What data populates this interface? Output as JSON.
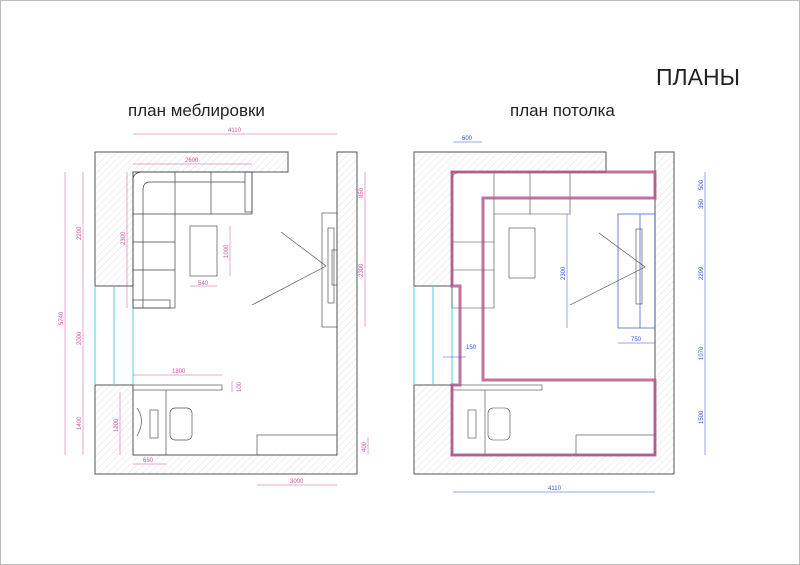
{
  "title": "ПЛАНЫ",
  "furniture_plan": {
    "label": "план меблировки",
    "dims": {
      "total_width": "4110",
      "sofa_width": "2600",
      "left_upper": "2200",
      "sofa_depth": "2300",
      "table_len": "1000",
      "table_width": "540",
      "right_top": "850",
      "tv_zone": "2300",
      "total_height": "5740",
      "window": "2000",
      "shelf_len": "1800",
      "shelf_depth": "100",
      "left_lower": "1400",
      "desk_len": "1200",
      "desk_depth": "650",
      "bench_len": "3000",
      "bench_depth": "400"
    }
  },
  "ceiling_plan": {
    "label": "план потолка",
    "dims": {
      "offset_top": "600",
      "r1": "500",
      "r2": "350",
      "r3": "2299",
      "r4": "1070",
      "r5": "1500",
      "inner_height": "2300",
      "tv_depth": "750",
      "step": "150",
      "total_width": "4110"
    }
  },
  "colors": {
    "wall": "#555555",
    "dim_magenta": "#d050a0",
    "dim_blue": "#3050d0",
    "ceiling": "#b0508a",
    "window": "#50d0e0"
  }
}
